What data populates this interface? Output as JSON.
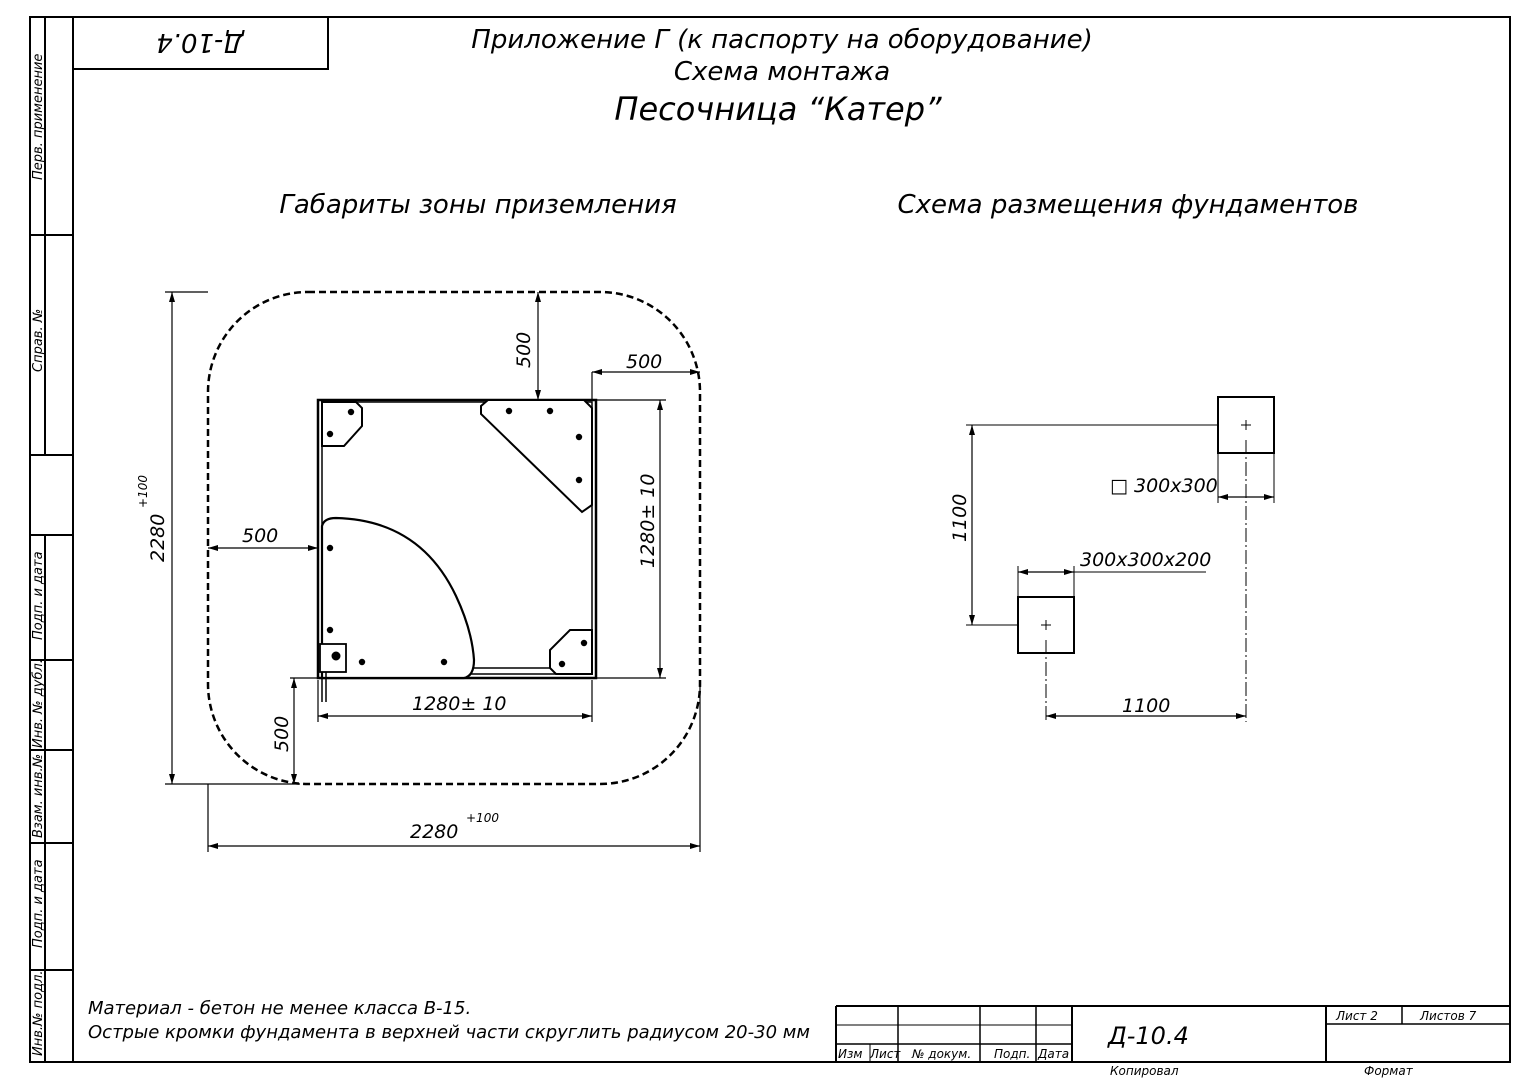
{
  "header": {
    "stamp_code": "Д-10.4",
    "title_line1": "Приложение Г (к паспорту на оборудование)",
    "title_line2": "Схема монтажа",
    "title_line3": "Песочница “Катер”"
  },
  "left_margin": {
    "perv_primenenie": "Перв. применение",
    "sprav_no": "Справ. №",
    "podp_i_data_1": "Подп. и дата",
    "inv_no_dubl": "Инв. № дубл.",
    "vzam_inv_no": "Взам. инв.№",
    "podp_i_data_2": "Подп. и дата",
    "inv_no_podl": "Инв.№ подл."
  },
  "landing_zone": {
    "heading": "Габариты зоны приземления",
    "dim_top_offset": "500",
    "dim_right_offset": "500",
    "dim_left_offset": "500",
    "dim_bottom_offset": "500",
    "dim_height_total": "2280",
    "dim_height_tol": "+100",
    "dim_width_total": "2280",
    "dim_width_tol": "+100",
    "dim_item_width": "1280± 10",
    "dim_item_height": "1280± 10"
  },
  "foundation_scheme": {
    "heading": "Схема размещения фундаментов",
    "dim_top_square": "□ 300x300",
    "dim_bottom_block": "300x300x200",
    "dim_vertical": "1100",
    "dim_horizontal": "1100"
  },
  "notes": {
    "line1": "Материал - бетон не менее класса В-15.",
    "line2": "Острые кромки фундамента в верхней части скруглить радиусом 20-30 мм"
  },
  "title_block": {
    "col_izm": "Изм",
    "col_list": "Лист",
    "col_doc": "№ докум.",
    "col_podp": "Подп.",
    "col_data": "Дата",
    "doc_code": "Д-10.4",
    "sheet_label": "Лист 2",
    "sheets_label": "Листов 7",
    "copied_label": "Копировал",
    "format_label": "Формат"
  }
}
